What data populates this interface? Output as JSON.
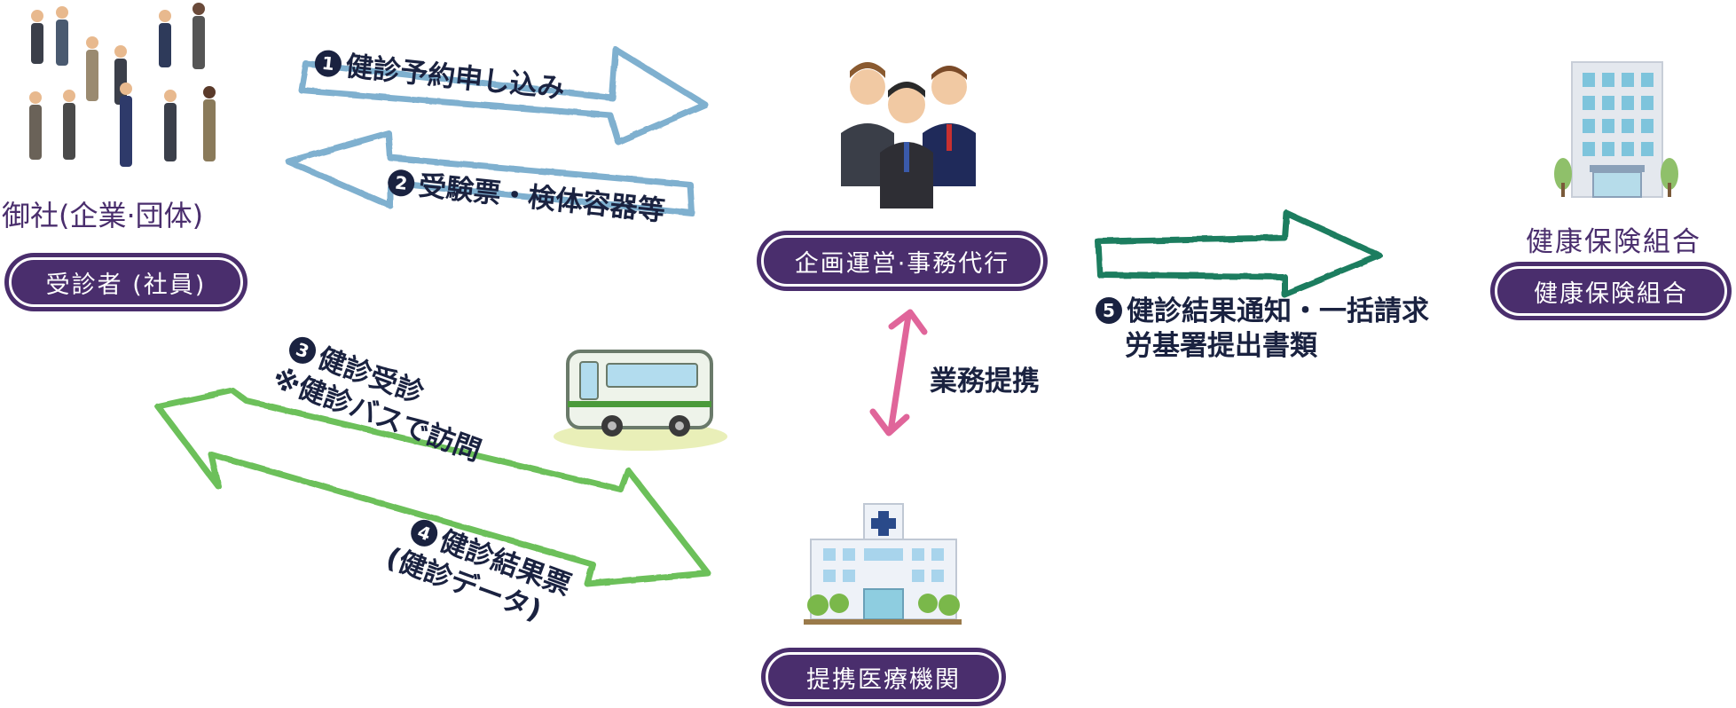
{
  "company": {
    "heading": "御社(企業·団体)",
    "badge": "受診者 (社員)"
  },
  "agency": {
    "badge": "企画運営·事務代行"
  },
  "insurer": {
    "heading": "健康保険組合",
    "badge": "健康保険組合"
  },
  "hospital": {
    "badge": "提携医療機関"
  },
  "flows": {
    "step1": {
      "num": "1",
      "text": "健診予約申し込み"
    },
    "step2": {
      "num": "2",
      "text": "受験票・検体容器等"
    },
    "step3": {
      "num": "3",
      "line1": "健診受診",
      "line2": "※健診バスで訪問"
    },
    "step4": {
      "num": "4",
      "line1": "健診結果票",
      "line2": "(健診データ)"
    },
    "step5": {
      "num": "5",
      "line1": "健診結果通知・一括請求",
      "line2": "労基署提出書類"
    },
    "partnership": "業務提携"
  },
  "colors": {
    "badge_purple": "#4a2e6d",
    "arrow_blue": "#7fb0cf",
    "arrow_green": "#6cc05a",
    "arrow_teal": "#1e7d5e",
    "arrow_pink": "#e0659a",
    "label_navy": "#1a2240"
  },
  "icons": [
    "crowd-of-business-people-icon",
    "three-office-workers-icon",
    "office-building-icon",
    "hospital-icon",
    "bus-icon"
  ]
}
